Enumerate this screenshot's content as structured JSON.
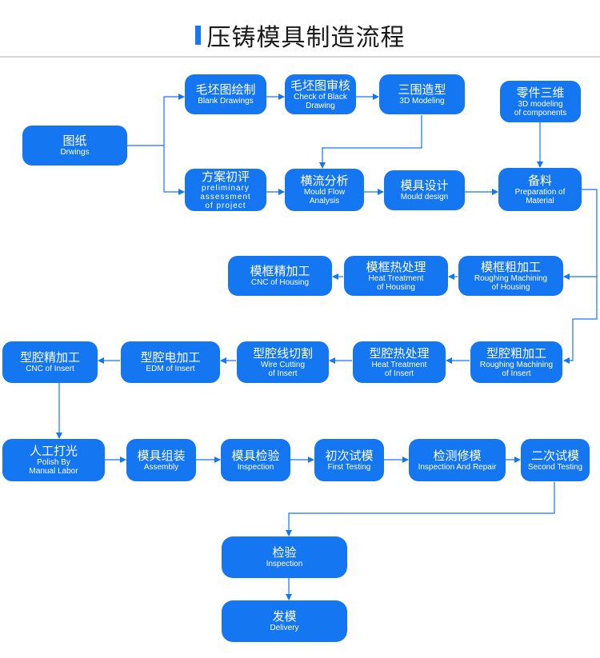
{
  "title": "压铸模具制造流程",
  "nodes": {
    "drawings": {
      "zh": "图纸",
      "en": "Drwings"
    },
    "blank_drawings": {
      "zh": "毛坯图绘制",
      "en": "Blank Drawings"
    },
    "check_black": {
      "zh": "毛坯图审核",
      "en": "Check of Black\nDrawing"
    },
    "modeling_3d": {
      "zh": "三围造型",
      "en": "3D Modeling"
    },
    "components_3d": {
      "zh": "零件三维",
      "en": "3D modeling\nof components"
    },
    "preliminary": {
      "zh": "方案初评",
      "en": "preliminary\nassessment\nof project"
    },
    "mould_flow": {
      "zh": "横流分析",
      "en": "Mould Flow\nAnalysis"
    },
    "mould_design": {
      "zh": "模具设计",
      "en": "Mould design"
    },
    "preparation": {
      "zh": "备料",
      "en": "Preparation of\nMaterial"
    },
    "housing_roughing": {
      "zh": "模框粗加工",
      "en": "Roughing Machining\nof Housing"
    },
    "housing_heat": {
      "zh": "模框热处理",
      "en": "Heat Treatment\nof Housing"
    },
    "housing_cnc": {
      "zh": "模框精加工",
      "en": "CNC of  Housing"
    },
    "insert_roughing": {
      "zh": "型腔粗加工",
      "en": "Roughing Machining\nof Insert"
    },
    "insert_heat": {
      "zh": "型腔热处理",
      "en": "Heat Treatment\nof Insert"
    },
    "wire_cutting": {
      "zh": "型腔线切割",
      "en": "Wire Cutting\nof Insert"
    },
    "edm": {
      "zh": "型腔电加工",
      "en": "EDM of Insert"
    },
    "insert_cnc": {
      "zh": "型腔精加工",
      "en": "CNC of Insert"
    },
    "polish": {
      "zh": "人工打光",
      "en": "Polish By\nManual Labor"
    },
    "assembly": {
      "zh": "模具组装",
      "en": "Assembly"
    },
    "inspection_mould": {
      "zh": "模具检验",
      "en": "Inspection"
    },
    "first_testing": {
      "zh": "初次试模",
      "en": "First Testing"
    },
    "inspection_repair": {
      "zh": "检测修模",
      "en": "Inspection And Repair"
    },
    "second_testing": {
      "zh": "二次试模",
      "en": "Second Testing"
    },
    "final_inspection": {
      "zh": "检验",
      "en": "Inspection"
    },
    "delivery": {
      "zh": "发模",
      "en": "Delivery"
    }
  },
  "colors": {
    "node": "#1476f0",
    "arrow": "#1476f0",
    "title_mark": "#1678f2"
  }
}
